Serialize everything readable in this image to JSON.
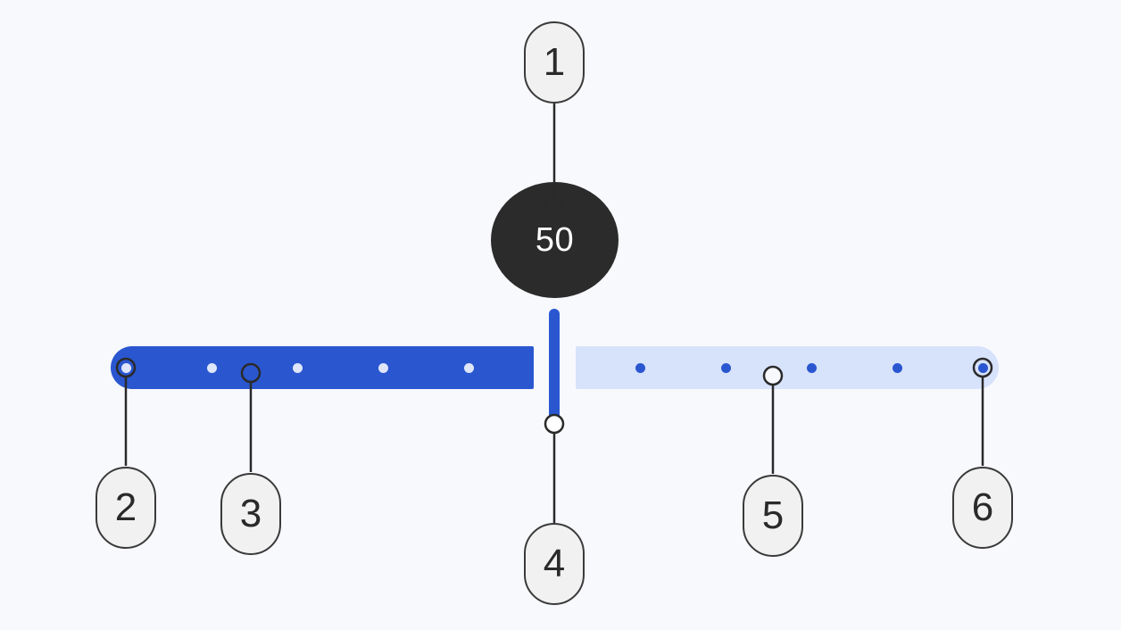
{
  "slider": {
    "value_label": "50",
    "value_fraction": 0.5,
    "stop_count": 11,
    "colors": {
      "active_track": "#2a57d0",
      "inactive_track": "#d7e2fb",
      "handle": "#2a57d0",
      "value_bubble": "#2b2b2b",
      "value_text": "#ffffff",
      "background": "#f8f9fd"
    }
  },
  "callouts": [
    {
      "number": "1",
      "target": "value-indicator"
    },
    {
      "number": "2",
      "target": "active-track-start"
    },
    {
      "number": "3",
      "target": "active-track"
    },
    {
      "number": "4",
      "target": "handle"
    },
    {
      "number": "5",
      "target": "inactive-track"
    },
    {
      "number": "6",
      "target": "inactive-track-end"
    }
  ]
}
